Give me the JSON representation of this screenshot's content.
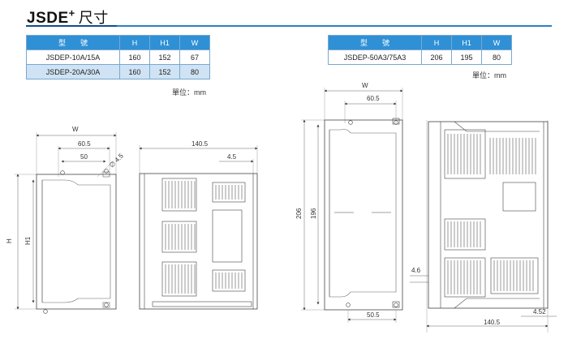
{
  "title": {
    "main": "JSDE",
    "sup": "+",
    "cn": "尺寸"
  },
  "table_left": {
    "headers": [
      "型　　號",
      "H",
      "H1",
      "W"
    ],
    "rows": [
      [
        "JSDEP-10A/15A",
        "160",
        "152",
        "67"
      ],
      [
        "JSDEP-20A/30A",
        "160",
        "152",
        "80"
      ]
    ],
    "unit": "單位：mm"
  },
  "table_right": {
    "headers": [
      "型　　號",
      "H",
      "H1",
      "W"
    ],
    "rows": [
      [
        "JSDEP-50A3/75A3",
        "206",
        "195",
        "80"
      ]
    ],
    "unit": "單位：mm"
  },
  "dims_small_front": {
    "w": "W",
    "d1": "60.5",
    "d2": "50",
    "hole": "∅ 4.5",
    "h": "H",
    "h1": "H1"
  },
  "dims_small_side": {
    "depth": "140.5",
    "d": "4.5"
  },
  "dims_large_front": {
    "w": "W",
    "d1": "60.5",
    "h": "206",
    "h1": "196",
    "bottom": "50.5"
  },
  "dims_large_side": {
    "d": "4.6",
    "d2": "4.52",
    "depth": "140.5"
  }
}
